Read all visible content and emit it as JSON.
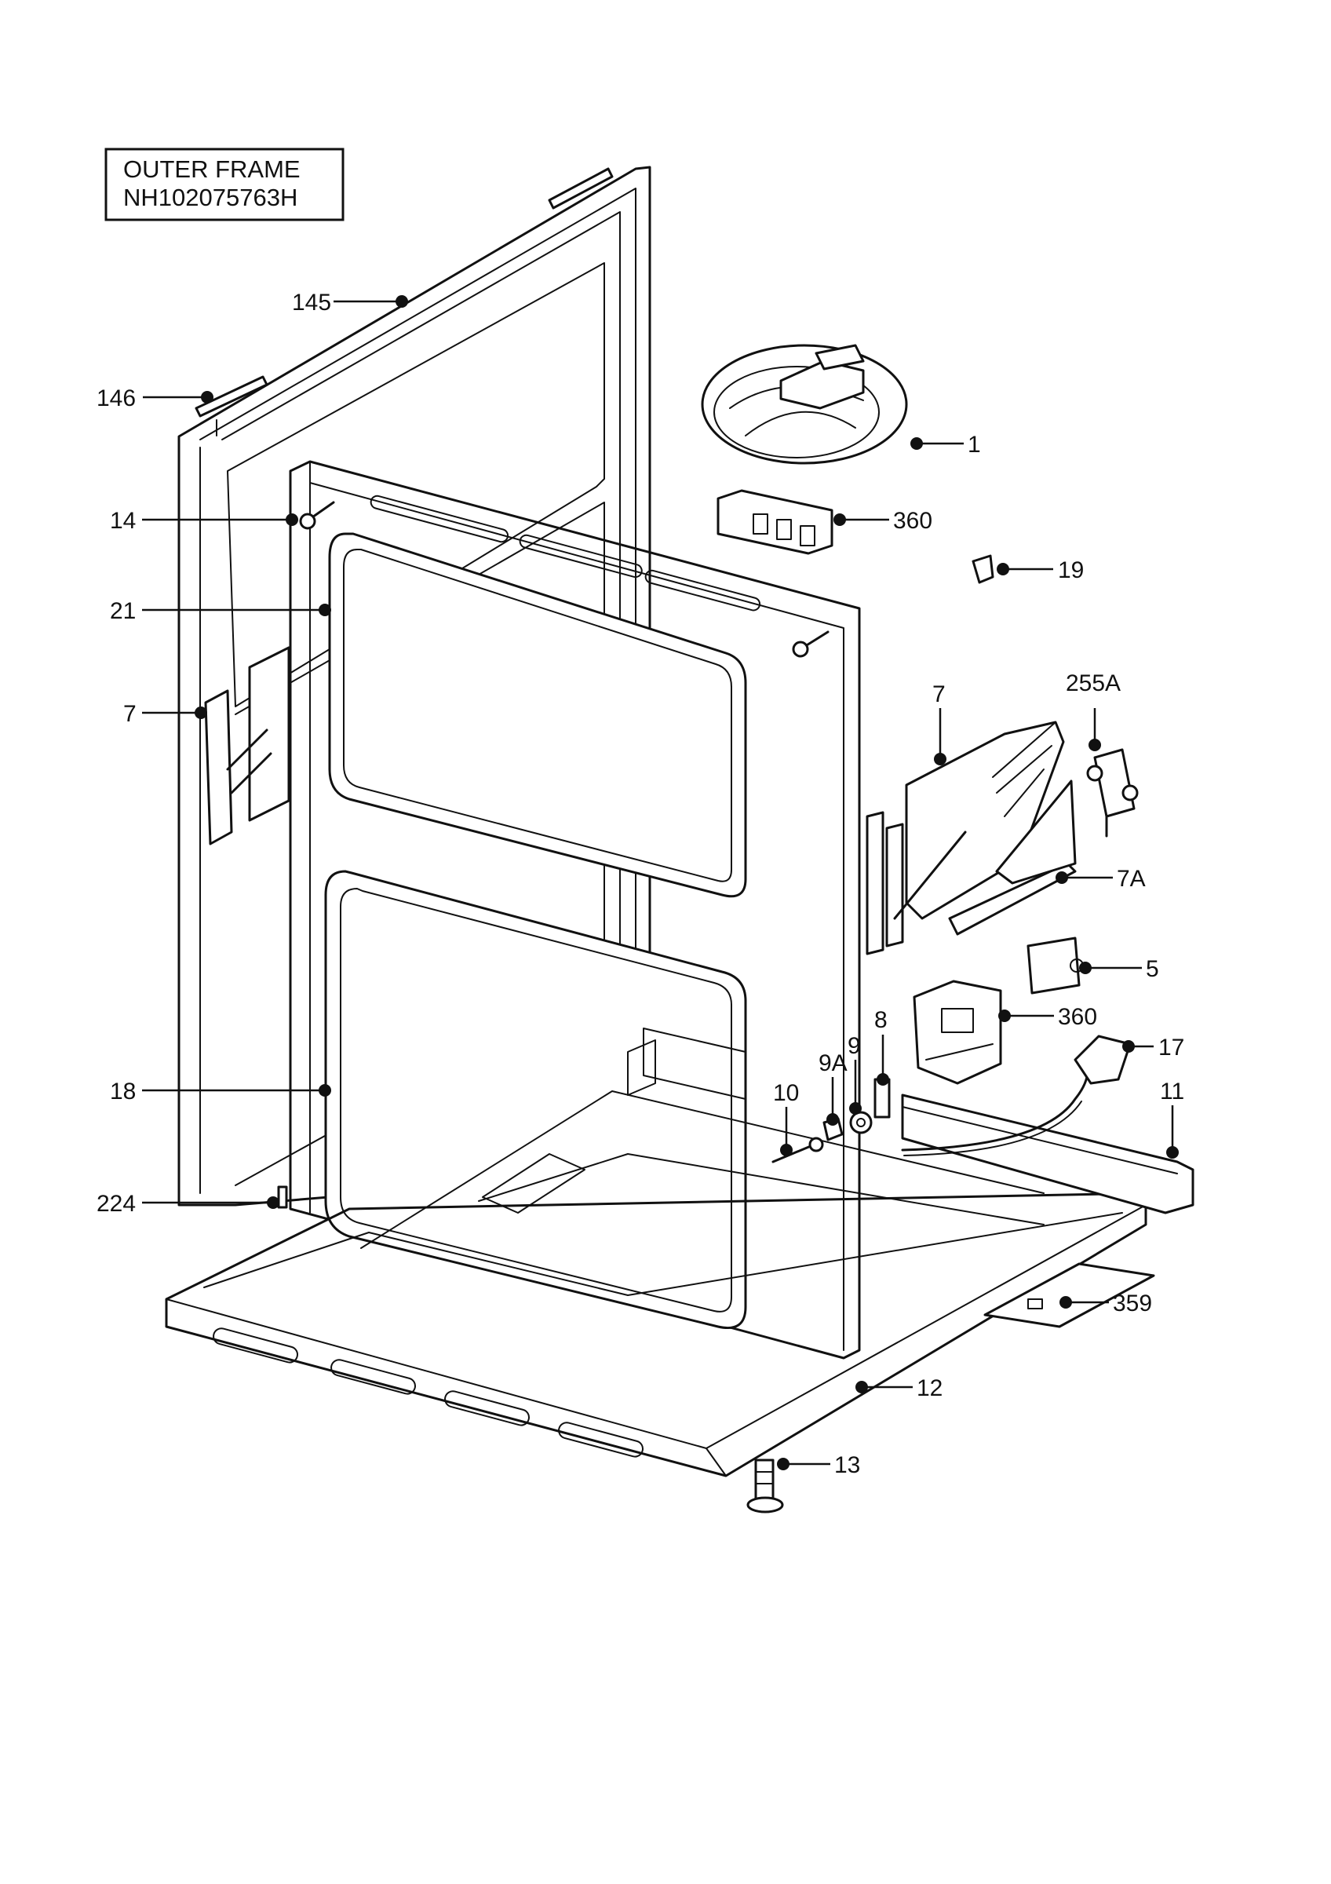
{
  "title": {
    "line1": "OUTER FRAME",
    "line2": "NH102075763H"
  },
  "callouts": {
    "c145": "145",
    "c146": "146",
    "c14": "14",
    "c21": "21",
    "c7_left": "7",
    "c18": "18",
    "c224": "224",
    "c1": "1",
    "c360_top": "360",
    "c19": "19",
    "c7_right": "7",
    "c255A": "255A",
    "c7A": "7A",
    "c5": "5",
    "c8": "8",
    "c360_mid": "360",
    "c9A": "9A",
    "c9": "9",
    "c17": "17",
    "c10": "10",
    "c11": "11",
    "c359": "359",
    "c12": "12",
    "c13": "13"
  },
  "colors": {
    "line": "#111111",
    "background": "#ffffff"
  }
}
